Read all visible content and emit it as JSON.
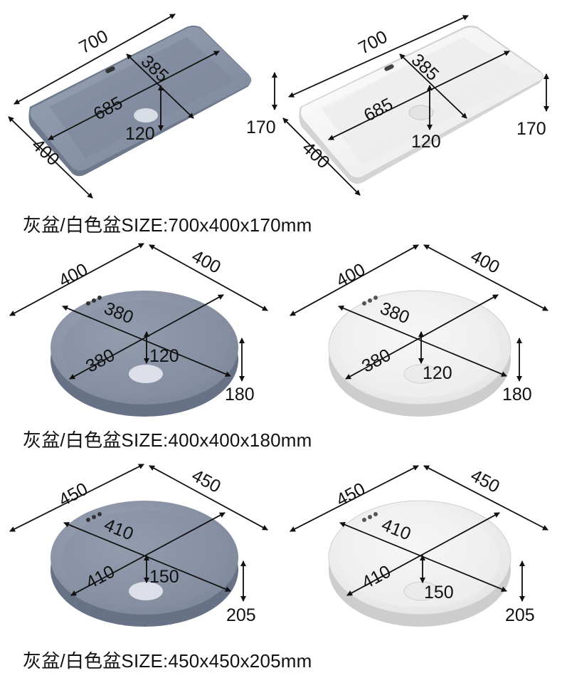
{
  "colors": {
    "gray_basin": "#8994a8",
    "gray_basin_dark": "#6d778a",
    "white_basin": "#f6f6f6",
    "white_basin_edge": "#cfcfcf",
    "line": "#111111"
  },
  "rect_set": {
    "gray": {
      "length": "700",
      "width": "400",
      "inner_length": "685",
      "inner_width": "385",
      "drain_depth": "120",
      "height": "170"
    },
    "white": {
      "length": "700",
      "width": "400",
      "inner_length": "685",
      "inner_width": "385",
      "drain_depth": "120",
      "height": "170"
    },
    "caption": "灰盆/白色盆SIZE:700x400x170mm"
  },
  "round_set_400": {
    "gray": {
      "outer_a": "400",
      "outer_b": "400",
      "inner_a": "380",
      "inner_b": "380",
      "drain_depth": "120",
      "height": "180"
    },
    "white": {
      "outer_a": "400",
      "outer_b": "400",
      "inner_a": "380",
      "inner_b": "380",
      "drain_depth": "120",
      "height": "180"
    },
    "caption": "灰盆/白色盆SIZE:400x400x180mm"
  },
  "round_set_450": {
    "gray": {
      "outer_a": "450",
      "outer_b": "450",
      "inner_a": "410",
      "inner_b": "410",
      "drain_depth": "150",
      "height": "205"
    },
    "white": {
      "outer_a": "450",
      "outer_b": "450",
      "inner_a": "410",
      "inner_b": "410",
      "drain_depth": "150",
      "height": "205"
    },
    "caption": "灰盆/白色盆SIZE:450x450x205mm"
  }
}
